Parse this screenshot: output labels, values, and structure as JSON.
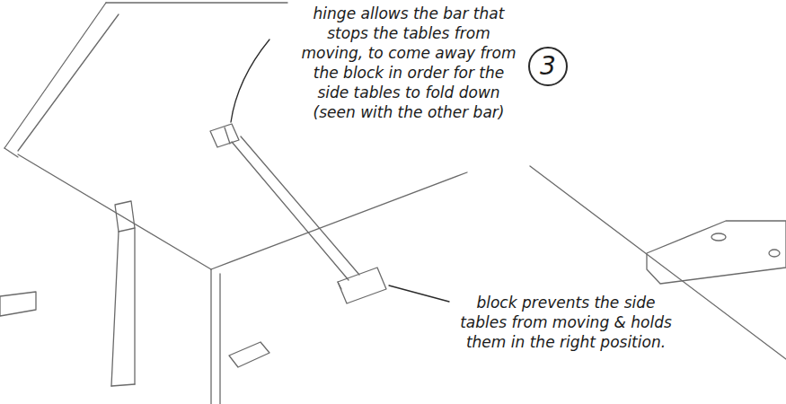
{
  "diagram": {
    "nodes": [
      {
        "text": [
          "3"
        ]
      }
    ],
    "labels": [
      "hinge allows the bar that stops the tables from moving, to come away from the block in order for the side tables to fold down (seen with the other bar)",
      "block prevents the side tables from moving & holds them in the right position."
    ]
  }
}
